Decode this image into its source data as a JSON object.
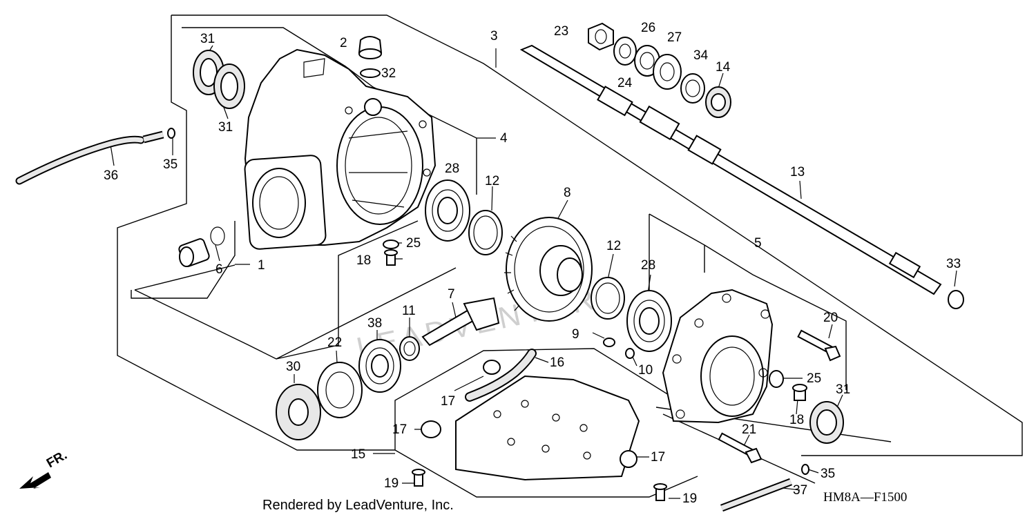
{
  "diagram": {
    "callouts": [
      {
        "id": "c1",
        "label": "1"
      },
      {
        "id": "c2",
        "label": "2"
      },
      {
        "id": "c3",
        "label": "3"
      },
      {
        "id": "c4",
        "label": "4"
      },
      {
        "id": "c5",
        "label": "5"
      },
      {
        "id": "c6",
        "label": "6"
      },
      {
        "id": "c7",
        "label": "7"
      },
      {
        "id": "c8",
        "label": "8"
      },
      {
        "id": "c9",
        "label": "9"
      },
      {
        "id": "c10",
        "label": "10"
      },
      {
        "id": "c11",
        "label": "11"
      },
      {
        "id": "c12a",
        "label": "12"
      },
      {
        "id": "c12b",
        "label": "12"
      },
      {
        "id": "c13",
        "label": "13"
      },
      {
        "id": "c14",
        "label": "14"
      },
      {
        "id": "c15",
        "label": "15"
      },
      {
        "id": "c16",
        "label": "16"
      },
      {
        "id": "c17a",
        "label": "17"
      },
      {
        "id": "c17b",
        "label": "17"
      },
      {
        "id": "c17c",
        "label": "17"
      },
      {
        "id": "c18a",
        "label": "18"
      },
      {
        "id": "c18b",
        "label": "18"
      },
      {
        "id": "c19a",
        "label": "19"
      },
      {
        "id": "c19b",
        "label": "19"
      },
      {
        "id": "c20",
        "label": "20"
      },
      {
        "id": "c21",
        "label": "21"
      },
      {
        "id": "c22",
        "label": "22"
      },
      {
        "id": "c23",
        "label": "23"
      },
      {
        "id": "c24",
        "label": "24"
      },
      {
        "id": "c25a",
        "label": "25"
      },
      {
        "id": "c25b",
        "label": "25"
      },
      {
        "id": "c26",
        "label": "26"
      },
      {
        "id": "c27",
        "label": "27"
      },
      {
        "id": "c28a",
        "label": "28"
      },
      {
        "id": "c28b",
        "label": "28"
      },
      {
        "id": "c30",
        "label": "30"
      },
      {
        "id": "c31a",
        "label": "31"
      },
      {
        "id": "c31b",
        "label": "31"
      },
      {
        "id": "c31c",
        "label": "31"
      },
      {
        "id": "c32",
        "label": "32"
      },
      {
        "id": "c33",
        "label": "33"
      },
      {
        "id": "c34",
        "label": "34"
      },
      {
        "id": "c35a",
        "label": "35"
      },
      {
        "id": "c35b",
        "label": "35"
      },
      {
        "id": "c36",
        "label": "36"
      },
      {
        "id": "c37",
        "label": "37"
      },
      {
        "id": "c38",
        "label": "38"
      }
    ],
    "direction_label": "FR.",
    "watermark": "LEADVENTURE",
    "credit": "Rendered by LeadVenture, Inc.",
    "figure_code": "HM8A—F1500"
  }
}
